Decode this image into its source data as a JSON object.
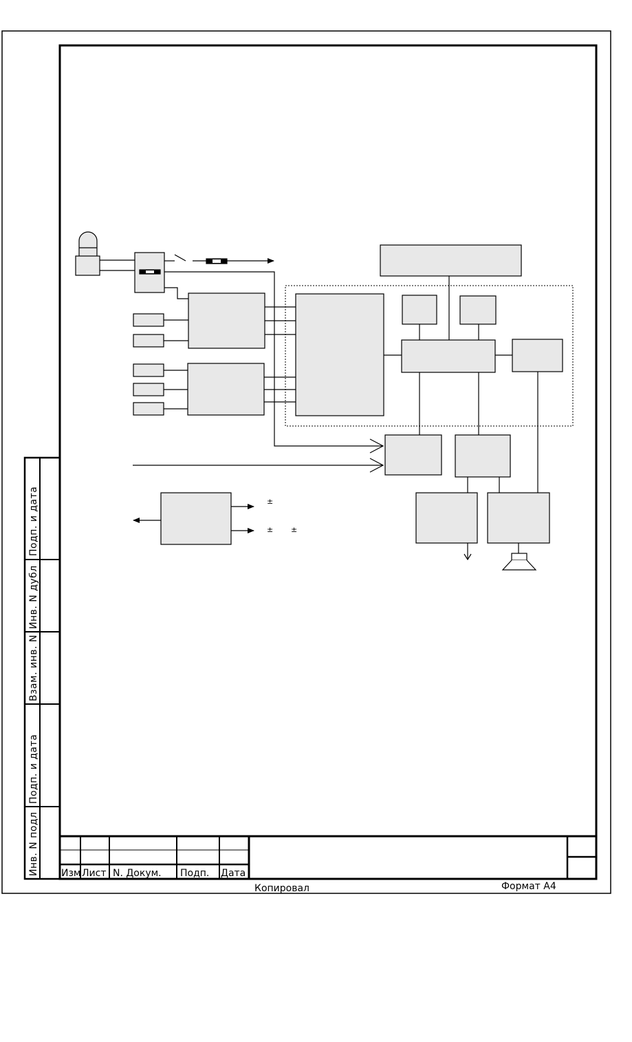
{
  "stamp": {
    "columns": [
      "Изм",
      "Лист",
      "N. Докум.",
      "Подп.",
      "Дата"
    ]
  },
  "side_stamp": {
    "labels": [
      "Подп. и дата",
      "Инв. N дубл",
      "Взам. инв. N",
      "Подп. и дата",
      "Инв. N подл"
    ]
  },
  "footer": {
    "copied": "Копировал",
    "format": "Формат А4"
  },
  "diagram": {
    "pm_symbol": "±"
  },
  "colors": {
    "block_fill": "#e8e8e8",
    "line": "#000000",
    "frame": "#000000"
  }
}
